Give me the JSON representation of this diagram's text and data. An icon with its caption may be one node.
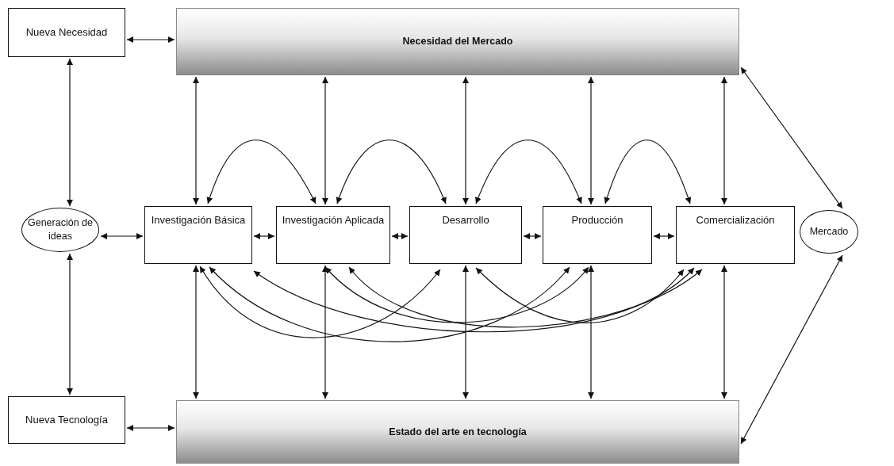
{
  "diagram": {
    "nodes": [
      {
        "text": [
          "Nueva Necesidad"
        ]
      },
      {
        "text": [
          "Necesidad del Mercado"
        ]
      },
      {
        "text": [
          "Generación de ideas"
        ]
      },
      {
        "text": [
          "Investigación Básica"
        ]
      },
      {
        "text": [
          "Investigación Aplicada"
        ]
      },
      {
        "text": [
          "Desarrollo"
        ]
      },
      {
        "text": [
          "Producción"
        ]
      },
      {
        "text": [
          "Comercialización"
        ]
      },
      {
        "text": [
          "Mercado"
        ]
      },
      {
        "text": [
          "Nueva Tecnología"
        ]
      },
      {
        "text": [
          "Estado del arte en tecnología"
        ]
      }
    ],
    "edges": [
      {
        "from": 0,
        "to": 1,
        "arrow": "both"
      },
      {
        "from": 0,
        "to": 2,
        "arrow": "both"
      },
      {
        "from": 2,
        "to": 9,
        "arrow": "both"
      },
      {
        "from": 9,
        "to": 10,
        "arrow": "both"
      },
      {
        "from": 2,
        "to": 3,
        "arrow": "both"
      },
      {
        "from": 3,
        "to": 4,
        "arrow": "both"
      },
      {
        "from": 4,
        "to": 5,
        "arrow": "both"
      },
      {
        "from": 5,
        "to": 6,
        "arrow": "both"
      },
      {
        "from": 6,
        "to": 7,
        "arrow": "both"
      },
      {
        "from": 1,
        "to": 3,
        "arrow": "both"
      },
      {
        "from": 1,
        "to": 4,
        "arrow": "both"
      },
      {
        "from": 1,
        "to": 5,
        "arrow": "both"
      },
      {
        "from": 1,
        "to": 6,
        "arrow": "both"
      },
      {
        "from": 1,
        "to": 7,
        "arrow": "both"
      },
      {
        "from": 3,
        "to": 10,
        "arrow": "both"
      },
      {
        "from": 4,
        "to": 10,
        "arrow": "both"
      },
      {
        "from": 5,
        "to": 10,
        "arrow": "both"
      },
      {
        "from": 6,
        "to": 10,
        "arrow": "both"
      },
      {
        "from": 7,
        "to": 10,
        "arrow": "both"
      },
      {
        "from": 1,
        "to": 8,
        "arrow": "both"
      },
      {
        "from": 8,
        "to": 10,
        "arrow": "both"
      },
      {
        "from": 3,
        "to": 4,
        "arrow": "both"
      },
      {
        "from": 4,
        "to": 5,
        "arrow": "both"
      },
      {
        "from": 5,
        "to": 6,
        "arrow": "both"
      },
      {
        "from": 6,
        "to": 7,
        "arrow": "both"
      },
      {
        "from": 3,
        "to": 5,
        "arrow": "both"
      },
      {
        "from": 3,
        "to": 6,
        "arrow": "both"
      },
      {
        "from": 3,
        "to": 7,
        "arrow": "both"
      },
      {
        "from": 4,
        "to": 6,
        "arrow": "both"
      },
      {
        "from": 4,
        "to": 7,
        "arrow": "both"
      },
      {
        "from": 5,
        "to": 7,
        "arrow": "both"
      }
    ]
  }
}
